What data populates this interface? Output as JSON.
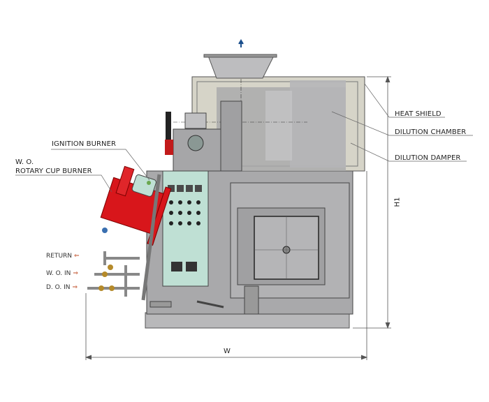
{
  "labels": {
    "heat_shield": "HEAT SHIELD",
    "dilution_chamber": "DILUTION CHAMBER",
    "dilution_damper": "DILUTION DAMPER",
    "ignition_burner": "IGNITION BURNER",
    "wo_line1": "W. O.",
    "wo_line2": "ROTARY CUP BURNER"
  },
  "pipes": {
    "return": {
      "label": "RETURN",
      "arrow": "⇐"
    },
    "wo_in": {
      "label": "W. O. IN",
      "arrow": "⇒"
    },
    "do_in": {
      "label": "D. O. IN",
      "arrow": "⇒"
    }
  },
  "dimensions": {
    "height": "H1",
    "width": "W"
  },
  "colors": {
    "body": "#a9a9ab",
    "shield": "#d6d4c8",
    "panel": "#bfe0d4",
    "burner": "#d8161b",
    "exhaust_arrow": "#1a4e8c"
  }
}
